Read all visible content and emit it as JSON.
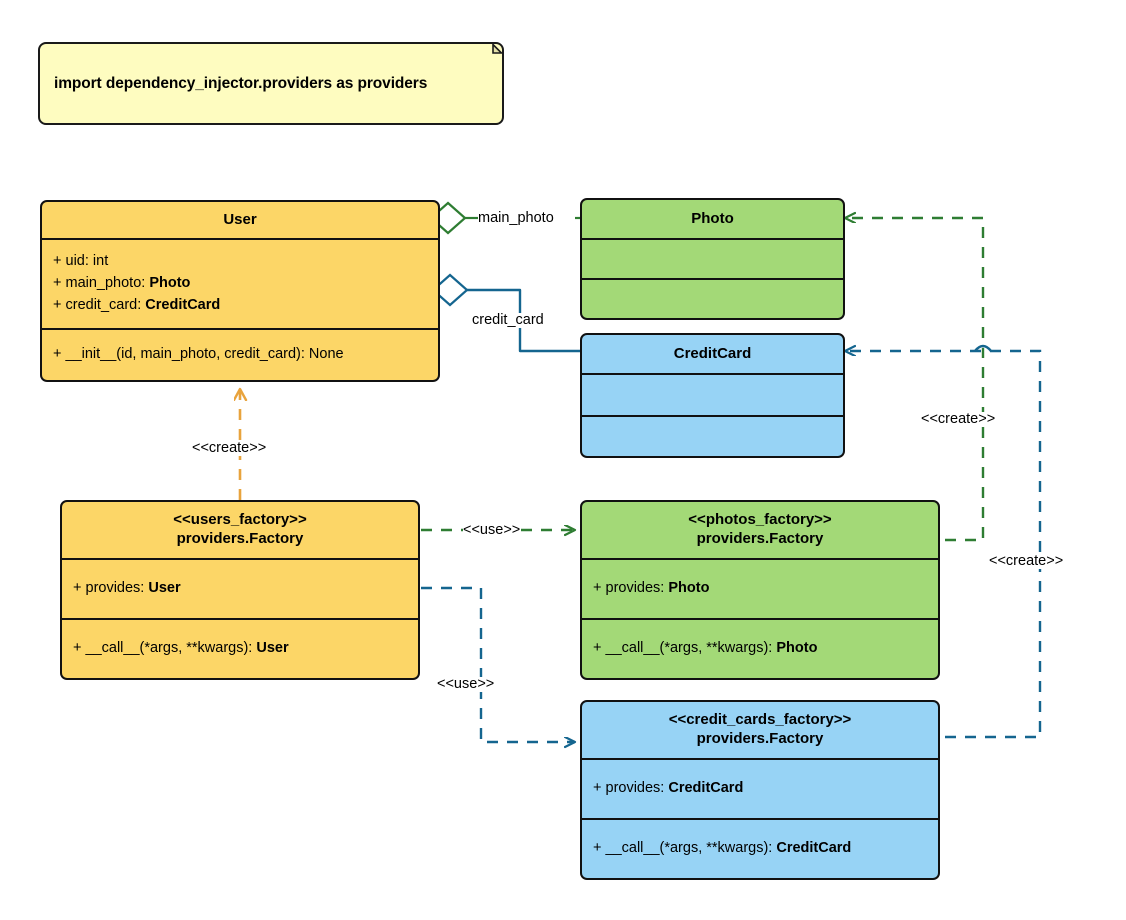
{
  "diagram": {
    "title": "Dependency Injector providers UML class diagram",
    "colors": {
      "yellow": "#FCD667",
      "green": "#A3D977",
      "blue": "#97D3F5",
      "note_yellow": "#FEFCC0",
      "green_edge": "#2E7D32",
      "blue_edge": "#14658F",
      "amber_edge": "#E8A33D",
      "outline": "#111111"
    }
  },
  "note": {
    "text": "import dependency_injector.providers as providers"
  },
  "classes": {
    "user": {
      "name": "User",
      "attributes": [
        {
          "prefix": "+ ",
          "text": "uid: int",
          "type": ""
        },
        {
          "prefix": "+ ",
          "text": "main_photo: ",
          "type": "Photo"
        },
        {
          "prefix": "+ ",
          "text": "credit_card: ",
          "type": "CreditCard"
        }
      ],
      "methods": [
        {
          "prefix": "+ ",
          "text": "__init__(id, main_photo, credit_card): None",
          "type": ""
        }
      ]
    },
    "photo": {
      "name": "Photo",
      "attributes": [],
      "methods": []
    },
    "credit_card": {
      "name": "CreditCard",
      "attributes": [],
      "methods": []
    },
    "users_factory": {
      "stereotype": "<<users_factory>>",
      "name": "providers.Factory",
      "attributes": [
        {
          "prefix": "+ ",
          "text": "provides: ",
          "type": "User"
        }
      ],
      "methods": [
        {
          "prefix": "+ ",
          "text": "__call__(*args, **kwargs): ",
          "type": "User"
        }
      ]
    },
    "photos_factory": {
      "stereotype": "<<photos_factory>>",
      "name": "providers.Factory",
      "attributes": [
        {
          "prefix": "+ ",
          "text": "provides: ",
          "type": "Photo"
        }
      ],
      "methods": [
        {
          "prefix": "+ ",
          "text": "__call__(*args, **kwargs): ",
          "type": "Photo"
        }
      ]
    },
    "credit_cards_factory": {
      "stereotype": "<<credit_cards_factory>>",
      "name": "providers.Factory",
      "attributes": [
        {
          "prefix": "+ ",
          "text": "provides: ",
          "type": "CreditCard"
        }
      ],
      "methods": [
        {
          "prefix": "+ ",
          "text": "__call__(*args, **kwargs): ",
          "type": "CreditCard"
        }
      ]
    }
  },
  "edges": {
    "user_main_photo": {
      "label": "main_photo",
      "kind": "aggregation",
      "from": "User",
      "to": "Photo"
    },
    "user_credit_card": {
      "label": "credit_card",
      "kind": "aggregation",
      "from": "User",
      "to": "CreditCard"
    },
    "users_factory_create_user": {
      "label": "<<create>>",
      "kind": "dependency",
      "from": "users_factory",
      "to": "User"
    },
    "users_factory_use_photos": {
      "label": "<<use>>",
      "kind": "dependency",
      "from": "users_factory",
      "to": "photos_factory"
    },
    "users_factory_use_credit_cards": {
      "label": "<<use>>",
      "kind": "dependency",
      "from": "users_factory",
      "to": "credit_cards_factory"
    },
    "photos_factory_create_photo": {
      "label": "<<create>>",
      "kind": "dependency",
      "from": "photos_factory",
      "to": "Photo"
    },
    "credit_cards_factory_create_credit_card": {
      "label": "<<create>>",
      "kind": "dependency",
      "from": "credit_cards_factory",
      "to": "CreditCard"
    }
  }
}
